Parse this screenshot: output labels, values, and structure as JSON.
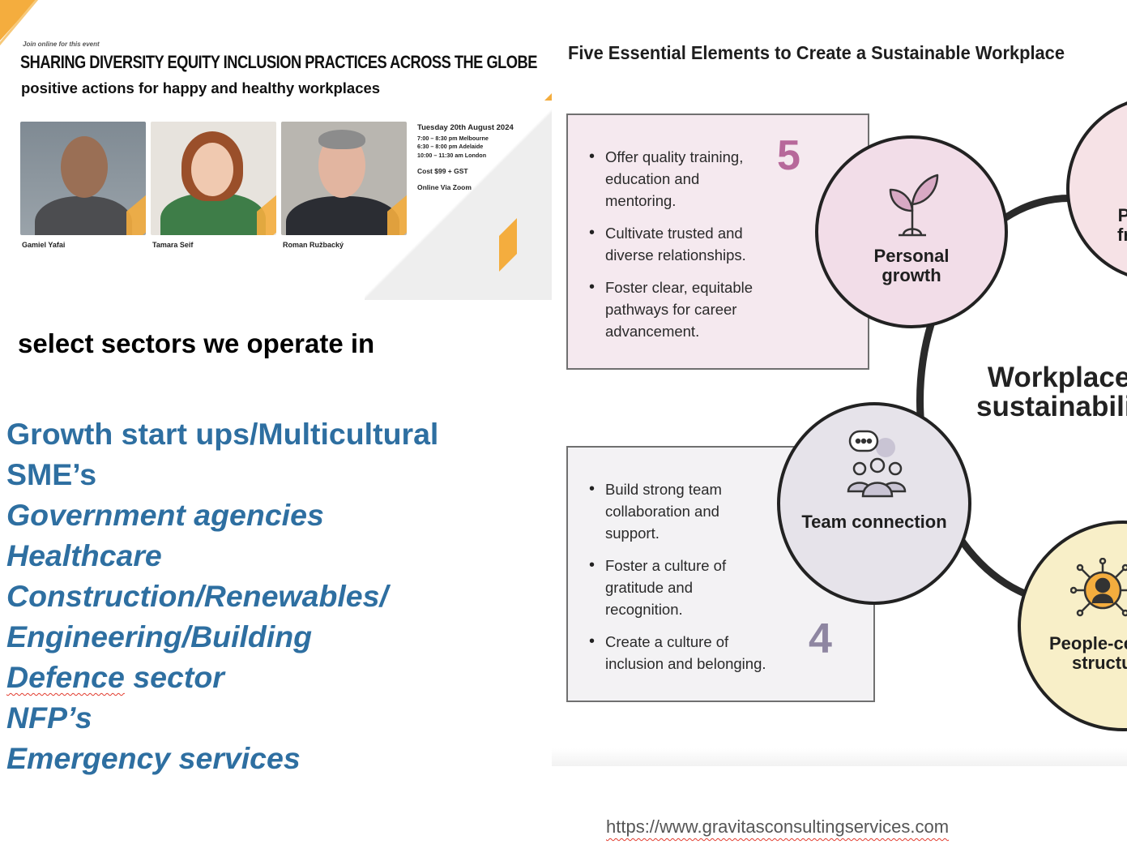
{
  "event": {
    "pre_title": "Join online for this event",
    "title": "SHARING DIVERSITY EQUITY INCLUSION PRACTICES ACROSS THE GLOBE",
    "subtitle": "positive actions for happy and healthy workplaces",
    "speakers": [
      "Gamiel Yafai",
      "Tamara Seif",
      "Roman Ružbacký"
    ],
    "date": "Tuesday 20th August 2024",
    "times": [
      "7:00 – 8:30  pm Melbourne",
      "6:30 – 8:00 pm Adelaide",
      "10:00 – 11:30 am London"
    ],
    "cost": "Cost $99 + GST",
    "venue": "Online Via Zoom",
    "accent_color": "#f4ad3e"
  },
  "sectors": {
    "heading": "select sectors we operate in",
    "items": [
      "Growth start ups/Multicultural",
      "SME’s",
      "Government agencies",
      "Healthcare",
      "Construction/Renewables/",
      "Engineering/Building",
      "Defence",
      " sector",
      "NFP’s",
      "Emergency services"
    ],
    "color": "#2e6fa1"
  },
  "infographic": {
    "title": "Five Essential Elements to Create a Sustainable Workplace",
    "center_label": [
      "Workplace",
      "sustainabilit"
    ],
    "element_5": {
      "number": "5",
      "label": [
        "Personal",
        "growth"
      ],
      "bullets": [
        "Offer quality training, education and mentoring.",
        "Cultivate trusted and diverse relationships.",
        "Foster clear, equitable pathways for career advancement."
      ]
    },
    "element_4": {
      "number": "4",
      "label": "Team connection",
      "bullets": [
        "Build strong team collaboration and support.",
        "Foster a culture of gratitude and recognition.",
        "Create a culture of inclusion and belonging."
      ]
    },
    "people_label": [
      "People-ce",
      "structu"
    ],
    "purpose_label": [
      "P",
      "fr"
    ]
  },
  "url": "https://www.gravitasconsultingservices.com"
}
